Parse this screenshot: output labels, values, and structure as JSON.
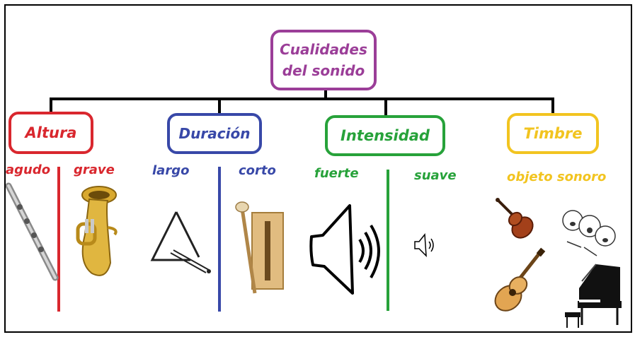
{
  "root": {
    "title": "Cualidades del sonido",
    "line1": "Cualidades",
    "line2": "del sonido"
  },
  "branches": [
    {
      "name": "Altura",
      "color": "#d9272e",
      "sub": [
        "agudo",
        "grave"
      ]
    },
    {
      "name": "Duración",
      "color": "#3848a8",
      "sub": [
        "largo",
        "corto"
      ]
    },
    {
      "name": "Intensidad",
      "color": "#27a23a",
      "sub": [
        "fuerte",
        "suave"
      ]
    },
    {
      "name": "Timbre",
      "color": "#f2c420",
      "sub": [
        "objeto sonoro"
      ]
    }
  ],
  "colors": {
    "root": "#9b3e98",
    "connector": "#000000"
  },
  "illustrations": [
    "flute",
    "tuba",
    "triangle",
    "wood-block",
    "loud-speaker",
    "quiet-speaker",
    "violin",
    "singing-faces",
    "guitar",
    "grand-piano"
  ]
}
